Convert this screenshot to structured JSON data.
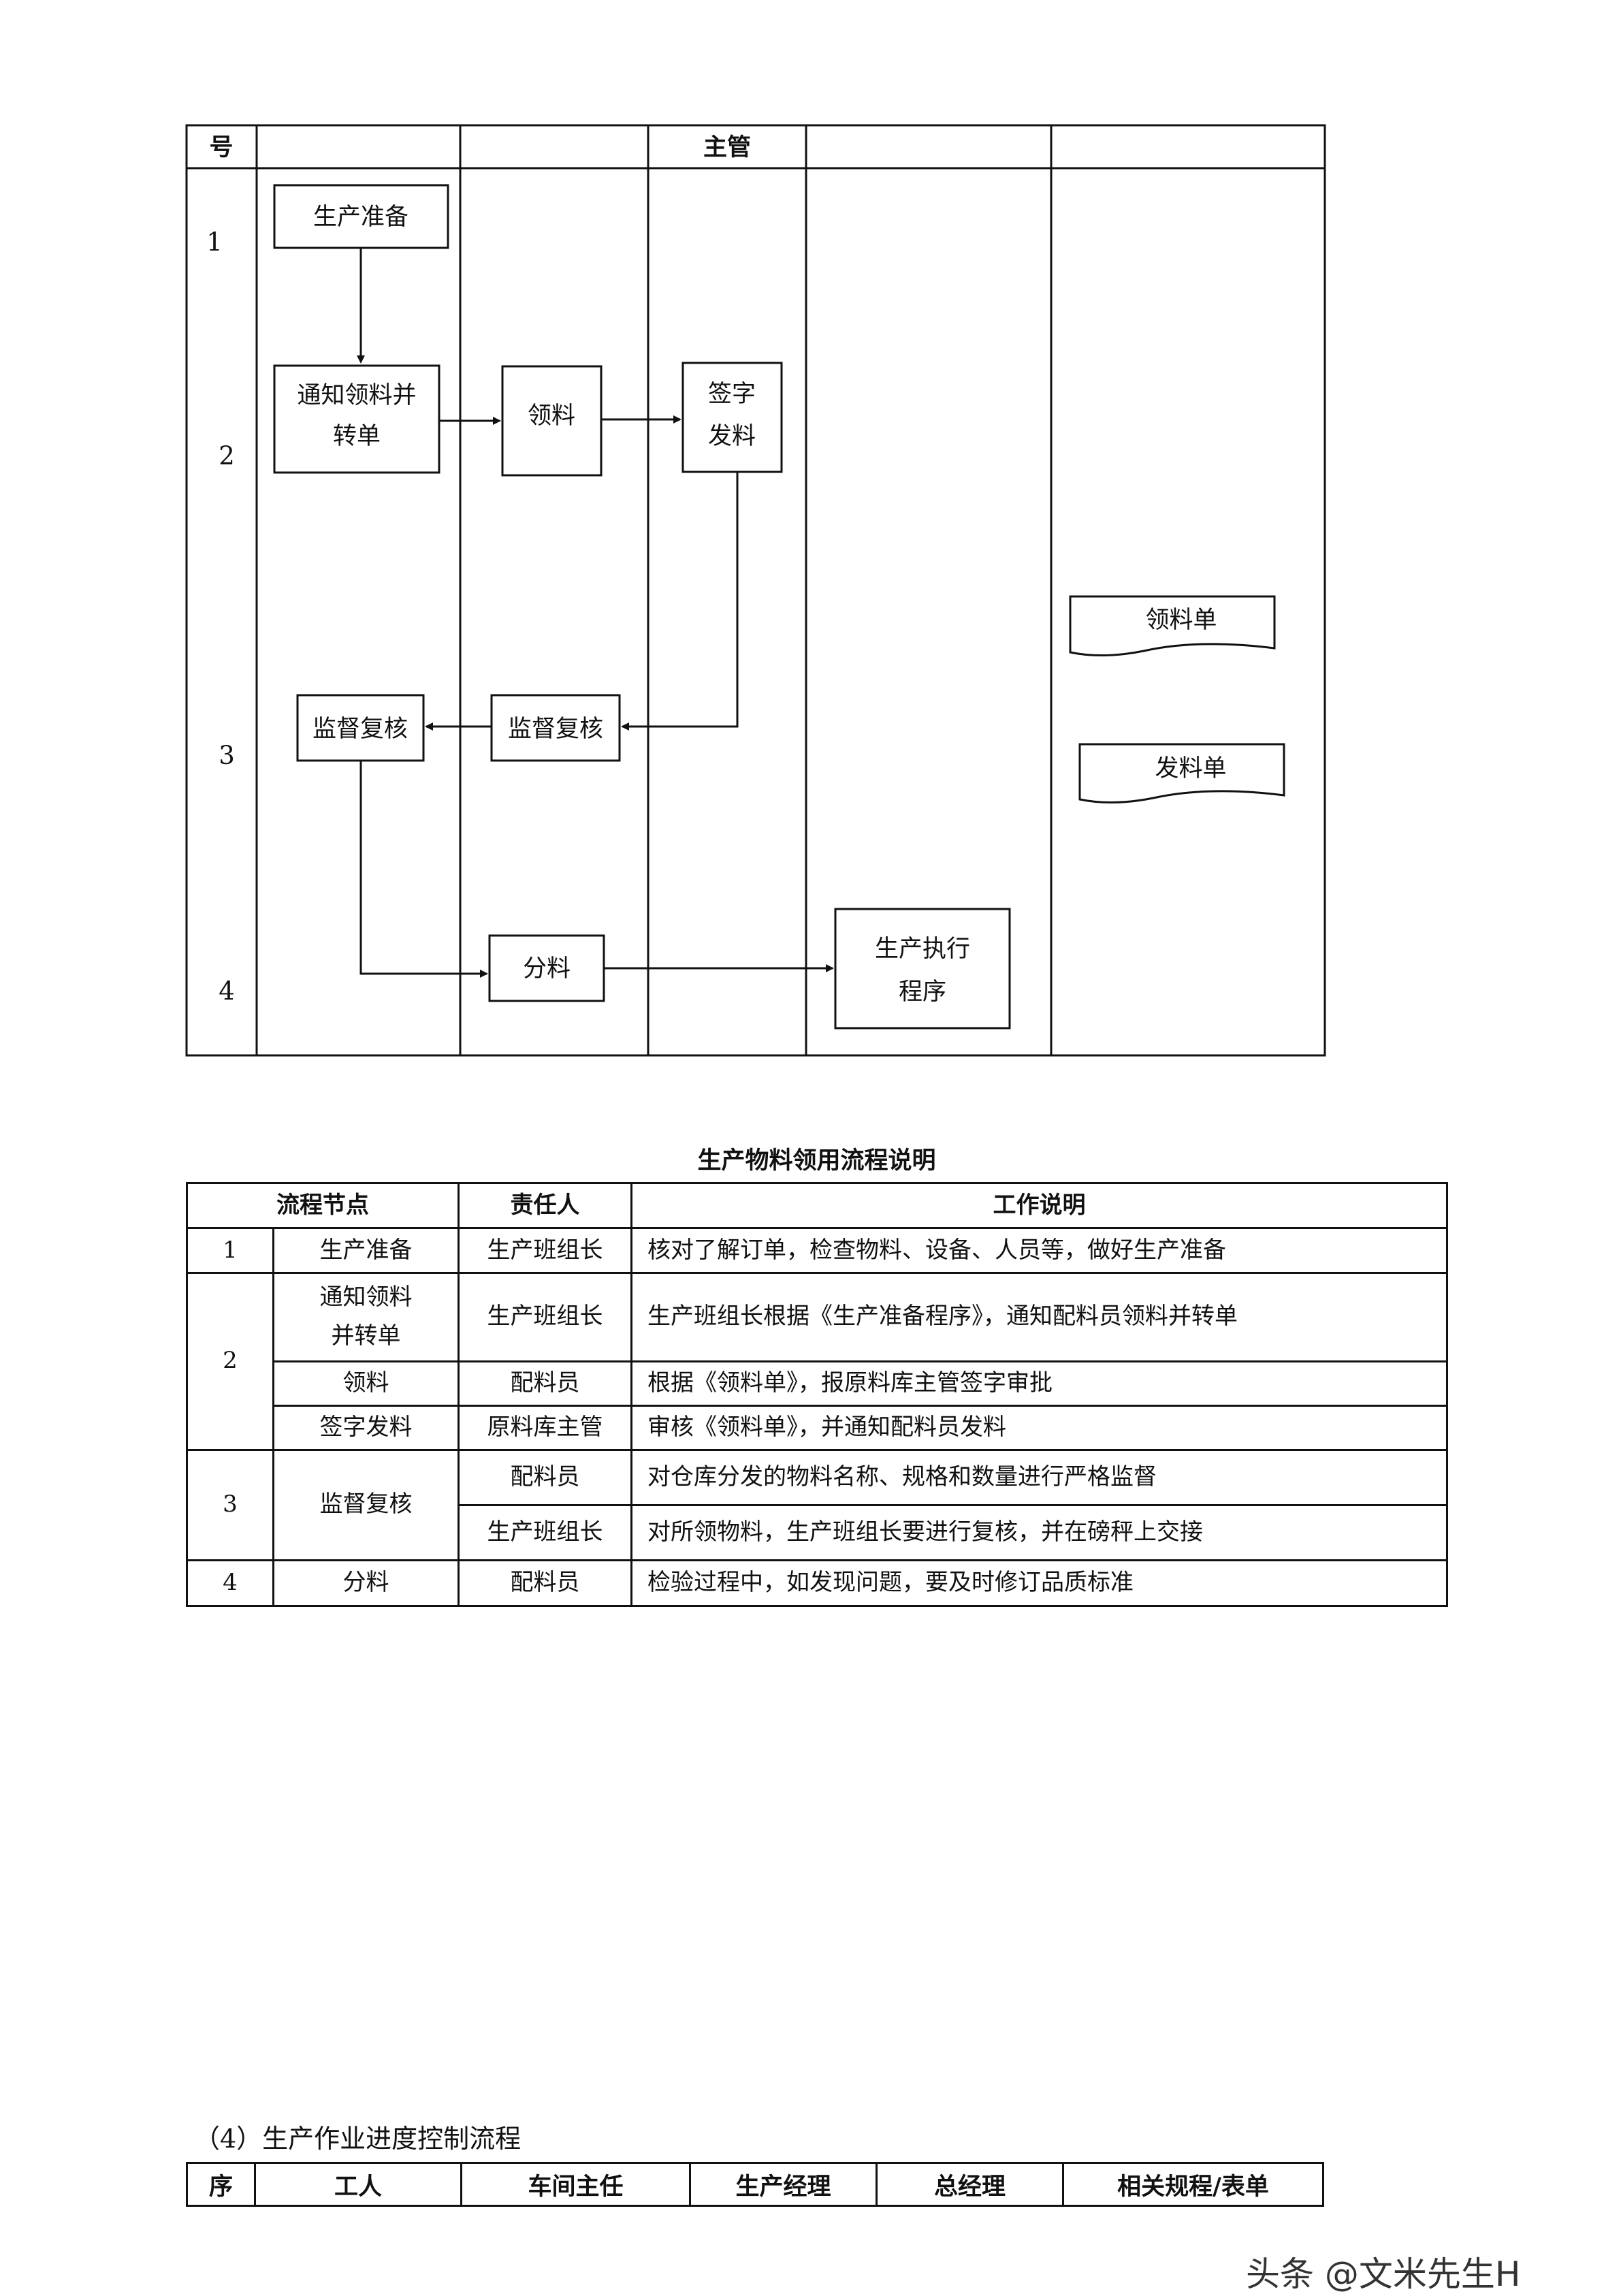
{
  "flowchart": {
    "headers": [
      "号",
      "",
      "",
      "主管",
      "",
      ""
    ],
    "rows": [
      "1",
      "2",
      "3",
      "4"
    ],
    "boxes": {
      "prep": [
        "生产准备"
      ],
      "notify": [
        "通知领料并",
        "转单"
      ],
      "receive": [
        "领料"
      ],
      "sign": [
        "签字",
        "发料"
      ],
      "review_a": [
        "监督复核"
      ],
      "review_b": [
        "监督复核"
      ],
      "divide": [
        "分料"
      ],
      "execute": [
        "生产执行",
        "程序"
      ]
    },
    "documents": {
      "requisition": "领料单",
      "issue": "发料单"
    }
  },
  "desc_table": {
    "caption": "生产物料领用流程说明",
    "headers": {
      "node": "流程节点",
      "owner": "责任人",
      "work": "工作说明"
    },
    "rows": [
      {
        "no": "1",
        "node": "生产准备",
        "owner": "生产班组长",
        "work": "核对了解订单，检查物料、设备、人员等，做好生产准备"
      },
      {
        "no": "2",
        "node_l1": "通知领料",
        "node_l2": "并转单",
        "owner": "生产班组长",
        "work": "生产班组长根据《生产准备程序》，通知配料员领料并转单"
      },
      {
        "node": "领料",
        "owner": "配料员",
        "work": "根据《领料单》，报原料库主管签字审批"
      },
      {
        "node": "签字发料",
        "owner": "原料库主管",
        "work": "审核《领料单》，并通知配料员发料"
      },
      {
        "no": "3",
        "node": "监督复核",
        "owner": "配料员",
        "work": "对仓库分发的物料名称、规格和数量进行严格监督"
      },
      {
        "owner": "生产班组长",
        "work": "对所领物料，生产班组长要进行复核，并在磅秤上交接"
      },
      {
        "no": "4",
        "node": "分料",
        "owner": "配料员",
        "work": "检验过程中，如发现问题，要及时修订品质标准"
      }
    ]
  },
  "next_section": {
    "title": "（4）生产作业进度控制流程",
    "headers": [
      "序",
      "工人",
      "车间主任",
      "生产经理",
      "总经理",
      "相关规程/表单"
    ]
  },
  "watermark": "头条 @文米先生H"
}
